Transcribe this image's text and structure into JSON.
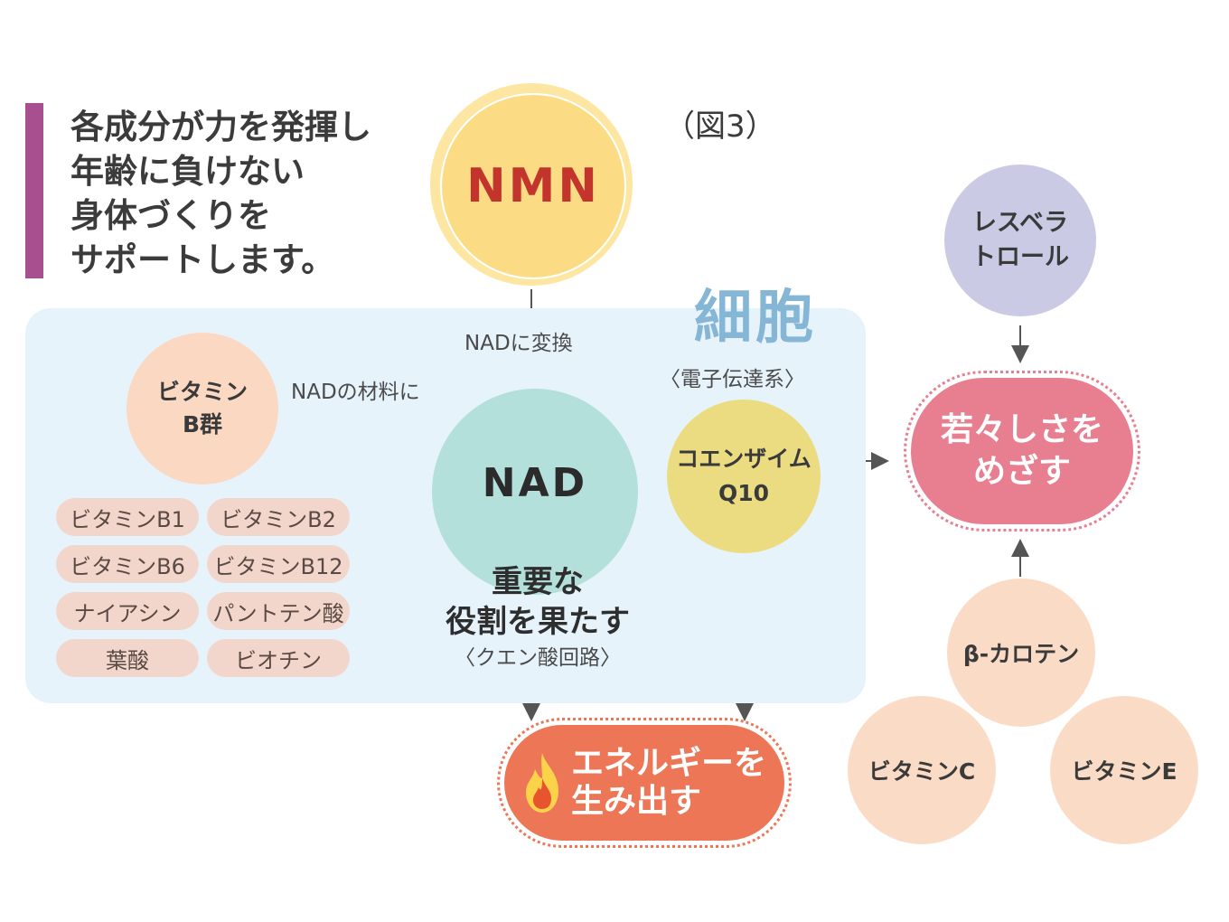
{
  "headline": [
    "各成分が力を発揮し",
    "年齢に負けない",
    "身体づくりを",
    "サポートします。"
  ],
  "figure_label": "（図3）",
  "cell_label": "細胞",
  "nodes": {
    "nmn": "NMN",
    "nad": "NAD",
    "vitamin_b_group": [
      "ビタミン",
      "B群"
    ],
    "coenzyme": [
      "コエンザイム",
      "Q10"
    ],
    "resveratrol": [
      "レスベラ",
      "トロール"
    ],
    "youth": [
      "若々しさを",
      "めざす"
    ],
    "energy": [
      "エネルギーを",
      "生み出す"
    ],
    "beta_carotene": "β-カロテン",
    "vitamin_c": "ビタミンC",
    "vitamin_e": "ビタミンE"
  },
  "vitamin_b_list": [
    "ビタミンB1",
    "ビタミンB2",
    "ビタミンB6",
    "ビタミンB12",
    "ナイアシン",
    "パントテン酸",
    "葉酸",
    "ビオチン"
  ],
  "edge_labels": {
    "convert": "NADに変換",
    "material": "NADの材料に",
    "electron": "〈電子伝達系〉"
  },
  "role": [
    "重要な",
    "役割を果たす"
  ],
  "role_sub": "〈クエン酸回路〉",
  "colors": {
    "accent_bar": "#a8508f",
    "nmn": "#fbdc85",
    "nad": "#b4e0dc",
    "cell_bg": "#e7f3fb",
    "youth": "#e87f91",
    "energy": "#ec7656"
  }
}
